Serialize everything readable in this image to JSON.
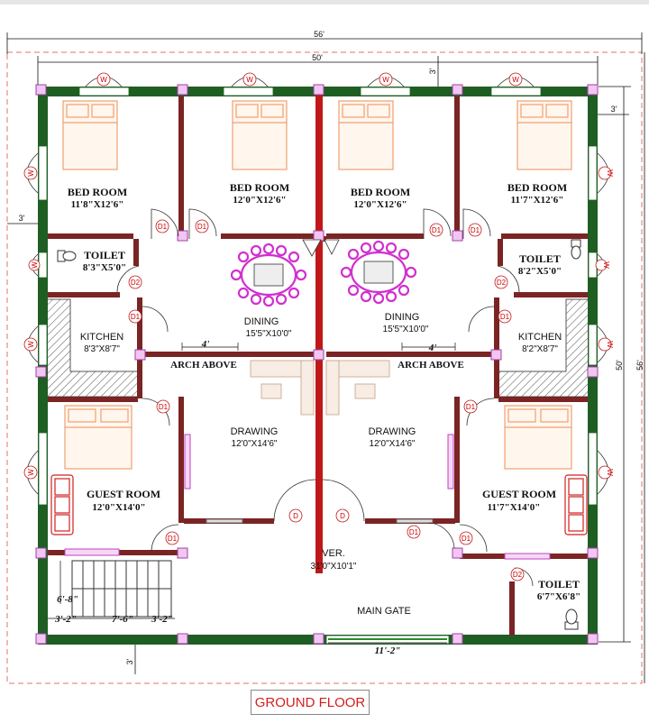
{
  "colors": {
    "wall": "#1f5e23",
    "partition": "#7a2424",
    "center_wall": "#c01818",
    "pillar": "#d98bd9",
    "furniture": "#f0a070",
    "dining": "#d030d0",
    "door_tag": "#c01818",
    "title": "#d41e1e"
  },
  "dimensions": {
    "overall_width": "56'",
    "inner_width": "50'",
    "overall_depth": "56'",
    "inner_depth": "50'",
    "setback_front": "3'",
    "setback_right": "3'",
    "setback_left": "3'",
    "setback_bottom": "3'",
    "stair_rise": "6'-8\"",
    "stair_a": "3'-2\"",
    "stair_b": "7'-6\"",
    "stair_c": "3'-2\"",
    "gate_width": "11'-2\"",
    "arch_width_left": "4'",
    "arch_width_right": "4'"
  },
  "rooms": {
    "bed1": {
      "name": "BED ROOM",
      "size": "11'8\"X12'6\""
    },
    "bed2": {
      "name": "BED ROOM",
      "size": "12'0\"X12'6\""
    },
    "bed3": {
      "name": "BED ROOM",
      "size": "12'0\"X12'6\""
    },
    "bed4": {
      "name": "BED ROOM",
      "size": "11'7\"X12'6\""
    },
    "toilet_left": {
      "name": "TOILET",
      "size": "8'3\"X5'0\""
    },
    "toilet_right": {
      "name": "TOILET",
      "size": "8'2\"X5'0\""
    },
    "kitchen_left": {
      "name": "KITCHEN",
      "size": "8'3\"X8'7\""
    },
    "kitchen_right": {
      "name": "KITCHEN",
      "size": "8'2\"X8'7\""
    },
    "dining_left": {
      "name": "DINING",
      "size": "15'5\"X10'0\""
    },
    "dining_right": {
      "name": "DINING",
      "size": "15'5\"X10'0\""
    },
    "drawing_left": {
      "name": "DRAWING",
      "size": "12'0\"X14'6\""
    },
    "drawing_right": {
      "name": "DRAWING",
      "size": "12'0\"X14'6\""
    },
    "guest_left": {
      "name": "GUEST ROOM",
      "size": "12'0\"X14'0\""
    },
    "guest_right": {
      "name": "GUEST ROOM",
      "size": "11'7\"X14'0\""
    },
    "verandah": {
      "name": "VER.",
      "size": "31'0\"X10'1\""
    },
    "toilet_bottom": {
      "name": "TOILET",
      "size": "6'7\"X6'8\""
    }
  },
  "labels": {
    "arch_left": "ARCH ABOVE",
    "arch_right": "ARCH ABOVE",
    "main_gate": "MAIN GATE",
    "title": "GROUND FLOOR"
  },
  "tags": {
    "window": "W",
    "door1": "D1",
    "door2": "D2",
    "main_door": "D"
  }
}
